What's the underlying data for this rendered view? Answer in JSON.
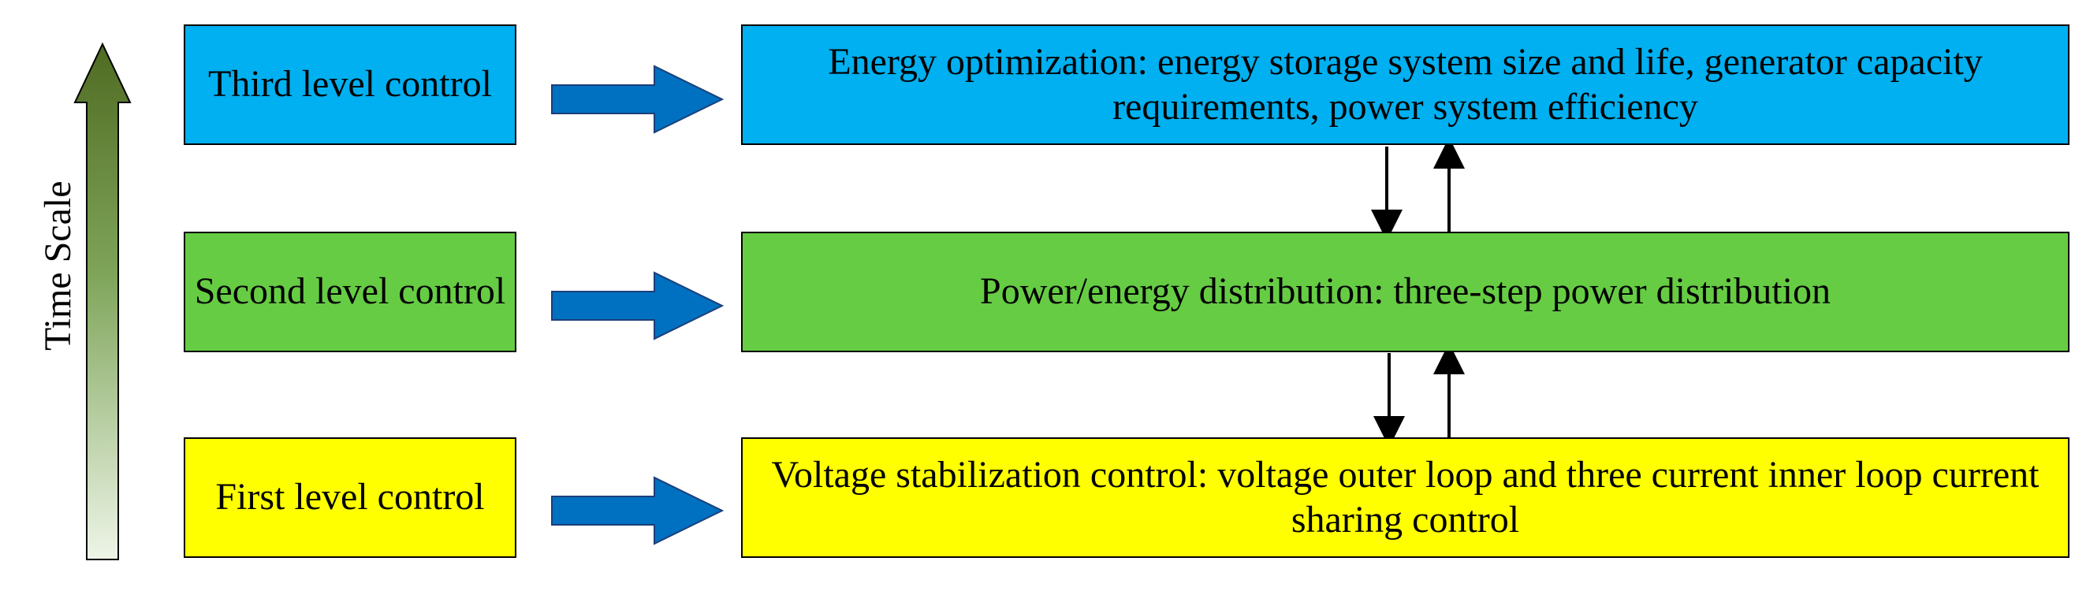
{
  "axis": {
    "label": "Time Scale"
  },
  "levels": [
    {
      "label": "Third level control",
      "description": "Energy optimization: energy storage system size and life, generator capacity requirements, power system efficiency",
      "color": "#00B0F0"
    },
    {
      "label": "Second level control",
      "description": "Power/energy distribution: three-step power distribution",
      "color": "#66CC44"
    },
    {
      "label": "First level control",
      "description": "Voltage stabilization control: voltage outer loop and three current inner loop current sharing control",
      "color": "#FFFF00"
    }
  ],
  "colors": {
    "time_arrow_top": "#4F6B22",
    "time_arrow_bottom": "#EEF5E8",
    "block_arrow": "#0070C0",
    "connector": "#000000"
  },
  "icons": {
    "time_arrow": "up-arrow-icon",
    "level_to_desc_arrow": "right-block-arrow-icon",
    "flow_down": "down-arrow-icon",
    "flow_up": "up-arrow-icon"
  }
}
